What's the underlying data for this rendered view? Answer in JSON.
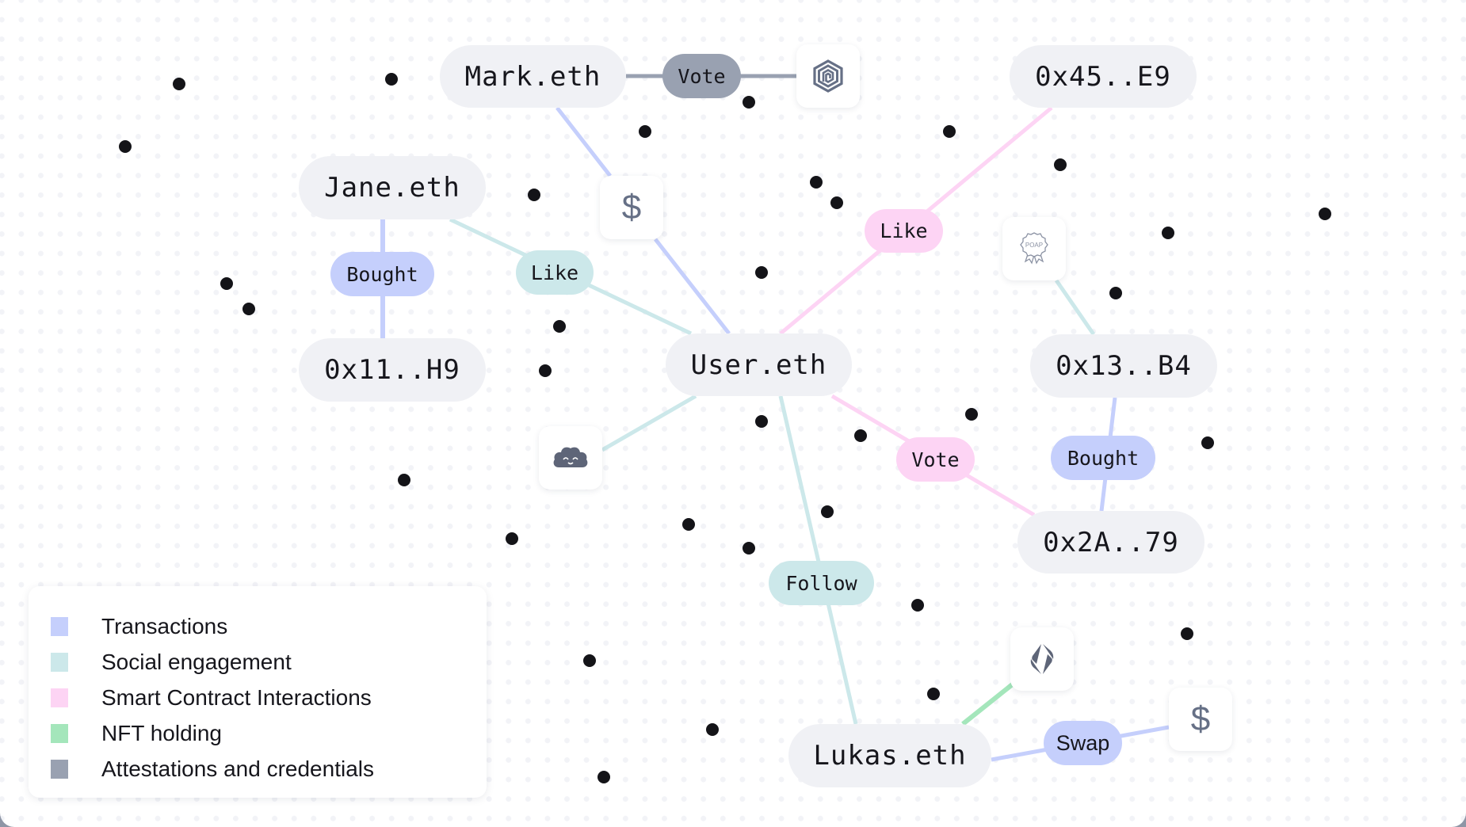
{
  "colors": {
    "transactions": "#c5cffc",
    "social": "#cce8ea",
    "smart_contract": "#fdd4f4",
    "nft": "#a4e6bb",
    "attestations": "#99a1b1",
    "node_bg": "#f0f1f5",
    "dot": "#141418"
  },
  "nodes": {
    "user": "User.eth",
    "mark": "Mark.eth",
    "jane": "Jane.eth",
    "addr_11": "0x11..H9",
    "addr_45": "0x45..E9",
    "addr_13": "0x13..B4",
    "addr_2a": "0x2A..79",
    "lukas": "Lukas.eth"
  },
  "edge_labels": {
    "mark_vote": "Vote",
    "jane_bought": "Bought",
    "jane_like": "Like",
    "addr45_like": "Like",
    "user_vote": "Vote",
    "right_bought": "Bought",
    "lukas_follow": "Follow",
    "lukas_swap": "Swap"
  },
  "icons": {
    "protocol_hex": "hexagon-spiral-icon",
    "dollar_top": "$",
    "dollar_bottom": "$",
    "poap": "poap-badge-icon",
    "poap_text": "POAP",
    "cloud": "cloud-face-icon",
    "ens": "ens-logo-icon"
  },
  "legend": {
    "items": [
      {
        "label": "Transactions",
        "color": "#c5cffc"
      },
      {
        "label": "Social engagement",
        "color": "#cce8ea"
      },
      {
        "label": "Smart Contract Interactions",
        "color": "#fdd4f4"
      },
      {
        "label": "NFT holding",
        "color": "#a4e6bb"
      },
      {
        "label": "Attestations and credentials",
        "color": "#99a1b1"
      }
    ]
  }
}
